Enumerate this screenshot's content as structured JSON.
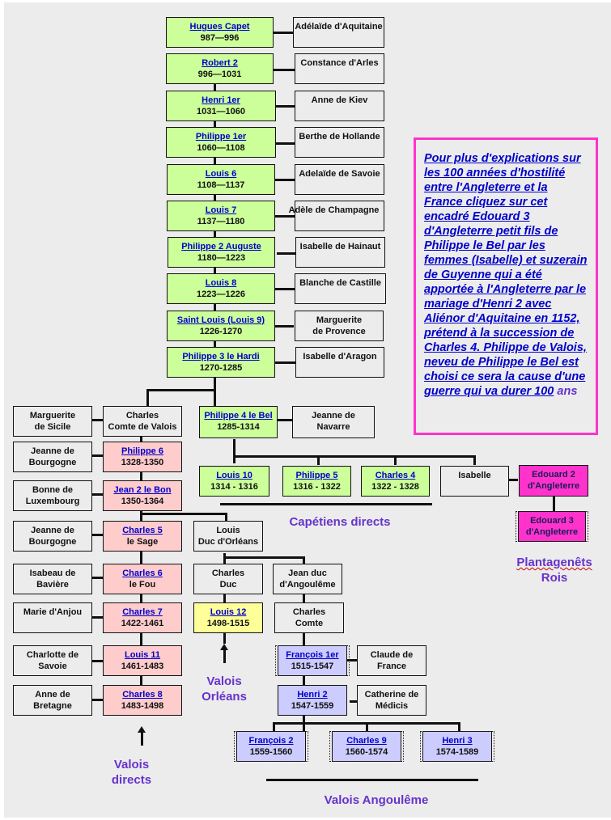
{
  "colors": {
    "capetian": "#ccff99",
    "valois_direct": "#ffcccc",
    "valois_orleans": "#ffff99",
    "valois_angouleme": "#ccccff",
    "plantagenet": "#ff33cc",
    "spouse": "#ececec",
    "link": "#0000cc",
    "dynasty_label": "#6633cc",
    "infobox_border": "#ff33cc"
  },
  "capetians": [
    {
      "name": "Hugues Capet",
      "years": "987—996",
      "spouse": "Adélaïde d'Aquitaine"
    },
    {
      "name": "Robert 2",
      "years": "996—1031",
      "spouse": "Constance d'Arles"
    },
    {
      "name": "Henri 1er",
      "years": "1031—1060",
      "spouse": "Anne de Kiev"
    },
    {
      "name": "Philippe 1er",
      "years": "1060—1108",
      "spouse": "Berthe de Hollande"
    },
    {
      "name": "Louis 6",
      "years": "1108—1137",
      "spouse": "Adelaïde de Savoie"
    },
    {
      "name": "Louis 7",
      "years": "1137—1180",
      "spouse": "Adèle de Champagne"
    },
    {
      "name": "Philippe 2 Auguste",
      "years": "1180—1223",
      "spouse": "Isabelle de Hainaut"
    },
    {
      "name": "Louis 8",
      "years": "1223—1226",
      "spouse": "Blanche de Castille"
    },
    {
      "name": "Saint Louis (Louis 9)",
      "years": "1226-1270",
      "spouse_line1": "Marguerite",
      "spouse_line2": "de Provence"
    },
    {
      "name": "Philippe 3 le Hardi",
      "years": "1270-1285",
      "spouse": "Isabelle d'Aragon"
    }
  ],
  "philippe4": {
    "name": "Philippe 4 le Bel",
    "years": "1285-1314",
    "spouse_line1": "Jeanne de",
    "spouse_line2": "Navarre"
  },
  "philippe4_children": [
    {
      "name": "Louis 10",
      "years": "1314 - 1316"
    },
    {
      "name": "Philippe 5",
      "years": "1316 - 1322"
    },
    {
      "name": "Charles 4",
      "years": "1322 - 1328"
    }
  ],
  "isabelle": "Isabelle",
  "plantagenets": [
    {
      "line1": "Edouard 2",
      "line2": "d'Angleterre"
    },
    {
      "line1": "Edouard 3",
      "line2": "d'Angleterre"
    }
  ],
  "charles_valois": {
    "line1": "Charles",
    "line2": "Comte de Valois",
    "spouse_line1": "Marguerite",
    "spouse_line2": "de Sicile"
  },
  "valois_direct": [
    {
      "name": "Philippe 6",
      "sub": "1328-1350",
      "spouse_line1": "Jeanne de",
      "spouse_line2": "Bourgogne"
    },
    {
      "name": "Jean 2 le Bon",
      "sub": "1350-1364",
      "spouse_line1": "Bonne de",
      "spouse_line2": "Luxembourg"
    },
    {
      "name": "Charles 5",
      "sub": "le Sage",
      "spouse_line1": "Jeanne de",
      "spouse_line2": "Bourgogne"
    },
    {
      "name": "Charles 6",
      "sub": "le Fou",
      "spouse_line1": "Isabeau de",
      "spouse_line2": "Bavière"
    },
    {
      "name": "Charles 7",
      "sub": "1422-1461",
      "spouse_line1": "Marie d'Anjou",
      "spouse_line2": ""
    },
    {
      "name": "Louis 11",
      "sub": "1461-1483",
      "spouse_line1": "Charlotte de",
      "spouse_line2": "Savoie"
    },
    {
      "name": "Charles 8",
      "sub": "1483-1498",
      "spouse_line1": "Anne de",
      "spouse_line2": "Bretagne"
    }
  ],
  "orleans": {
    "louis_duc": {
      "line1": "Louis",
      "line2": "Duc d'Orléans"
    },
    "charles_duc": {
      "line1": "Charles",
      "line2": "Duc"
    },
    "louis12": {
      "name": "Louis 12",
      "years": "1498-1515"
    }
  },
  "angouleme": {
    "jean_duc": {
      "line1": "Jean duc",
      "line2": "d'Angoulême"
    },
    "charles_comte": {
      "line1": "Charles",
      "line2": "Comte"
    },
    "francois1": {
      "name": "François 1er",
      "years": "1515-1547",
      "spouse_line1": "Claude de",
      "spouse_line2": "France"
    },
    "henri2": {
      "name": "Henri 2",
      "years": "1547-1559",
      "spouse_line1": "Catherine de",
      "spouse_line2": "Médicis"
    },
    "children": [
      {
        "name": "François 2",
        "years": "1559-1560"
      },
      {
        "name": "Charles 9",
        "years": "1560-1574"
      },
      {
        "name": "Henri 3",
        "years": "1574-1589"
      }
    ]
  },
  "labels": {
    "capetiens_directs": "Capétiens directs",
    "plantagenets_line1": "Plantagenêts",
    "plantagenets_line2": "Rois",
    "valois_directs_line1": "Valois",
    "valois_directs_line2": "directs",
    "valois_orleans_line1": "Valois",
    "valois_orleans_line2": "Orléans",
    "valois_angouleme": "Valois Angoulême"
  },
  "infobox": {
    "link_text": "Pour plus d'explications sur les 100 années d'hostilité entre l'Angleterre et la France cliquez sur cet encadré Edouard 3 d'Angleterre petit fils de Philippe le Bel par les femmes (Isabelle) et suzerain de Guyenne qui a été apportée à l'Angleterre par le mariage d'Henri 2 avec Aliénor d'Aquitaine en 1152, prétend à la succession de Charles 4. Philippe de Valois, neveu de Philippe le Bel est choisi ce sera la cause d'une guerre qui va durer 100",
    "tail": "ans"
  }
}
